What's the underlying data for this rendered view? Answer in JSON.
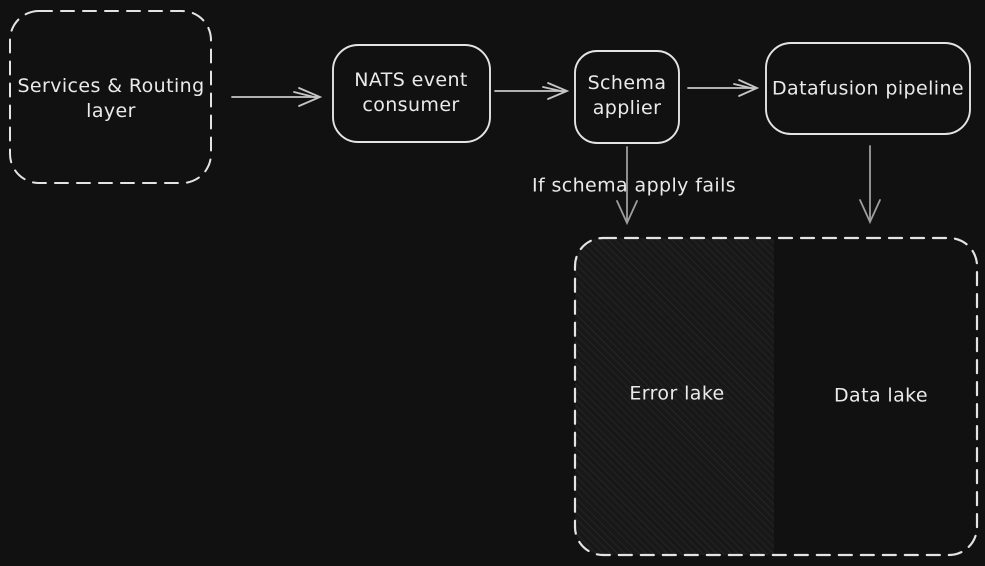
{
  "diagram": {
    "nodes": {
      "services": "Services & Routing layer",
      "nats": "NATS event consumer",
      "schema": "Schema applier",
      "datafusion": "Datafusion pipeline",
      "error_lake": "Error lake",
      "data_lake": "Data lake"
    },
    "edge_labels": {
      "schema_fail": "If schema apply fails"
    },
    "colors": {
      "background": "#111111",
      "box_stroke": "#e4e4e4",
      "arrow_stroke": "#b0b0b0",
      "text": "#eaeaea",
      "hatch_base": "#181818",
      "hatch_line": "#2c2c2c"
    }
  }
}
